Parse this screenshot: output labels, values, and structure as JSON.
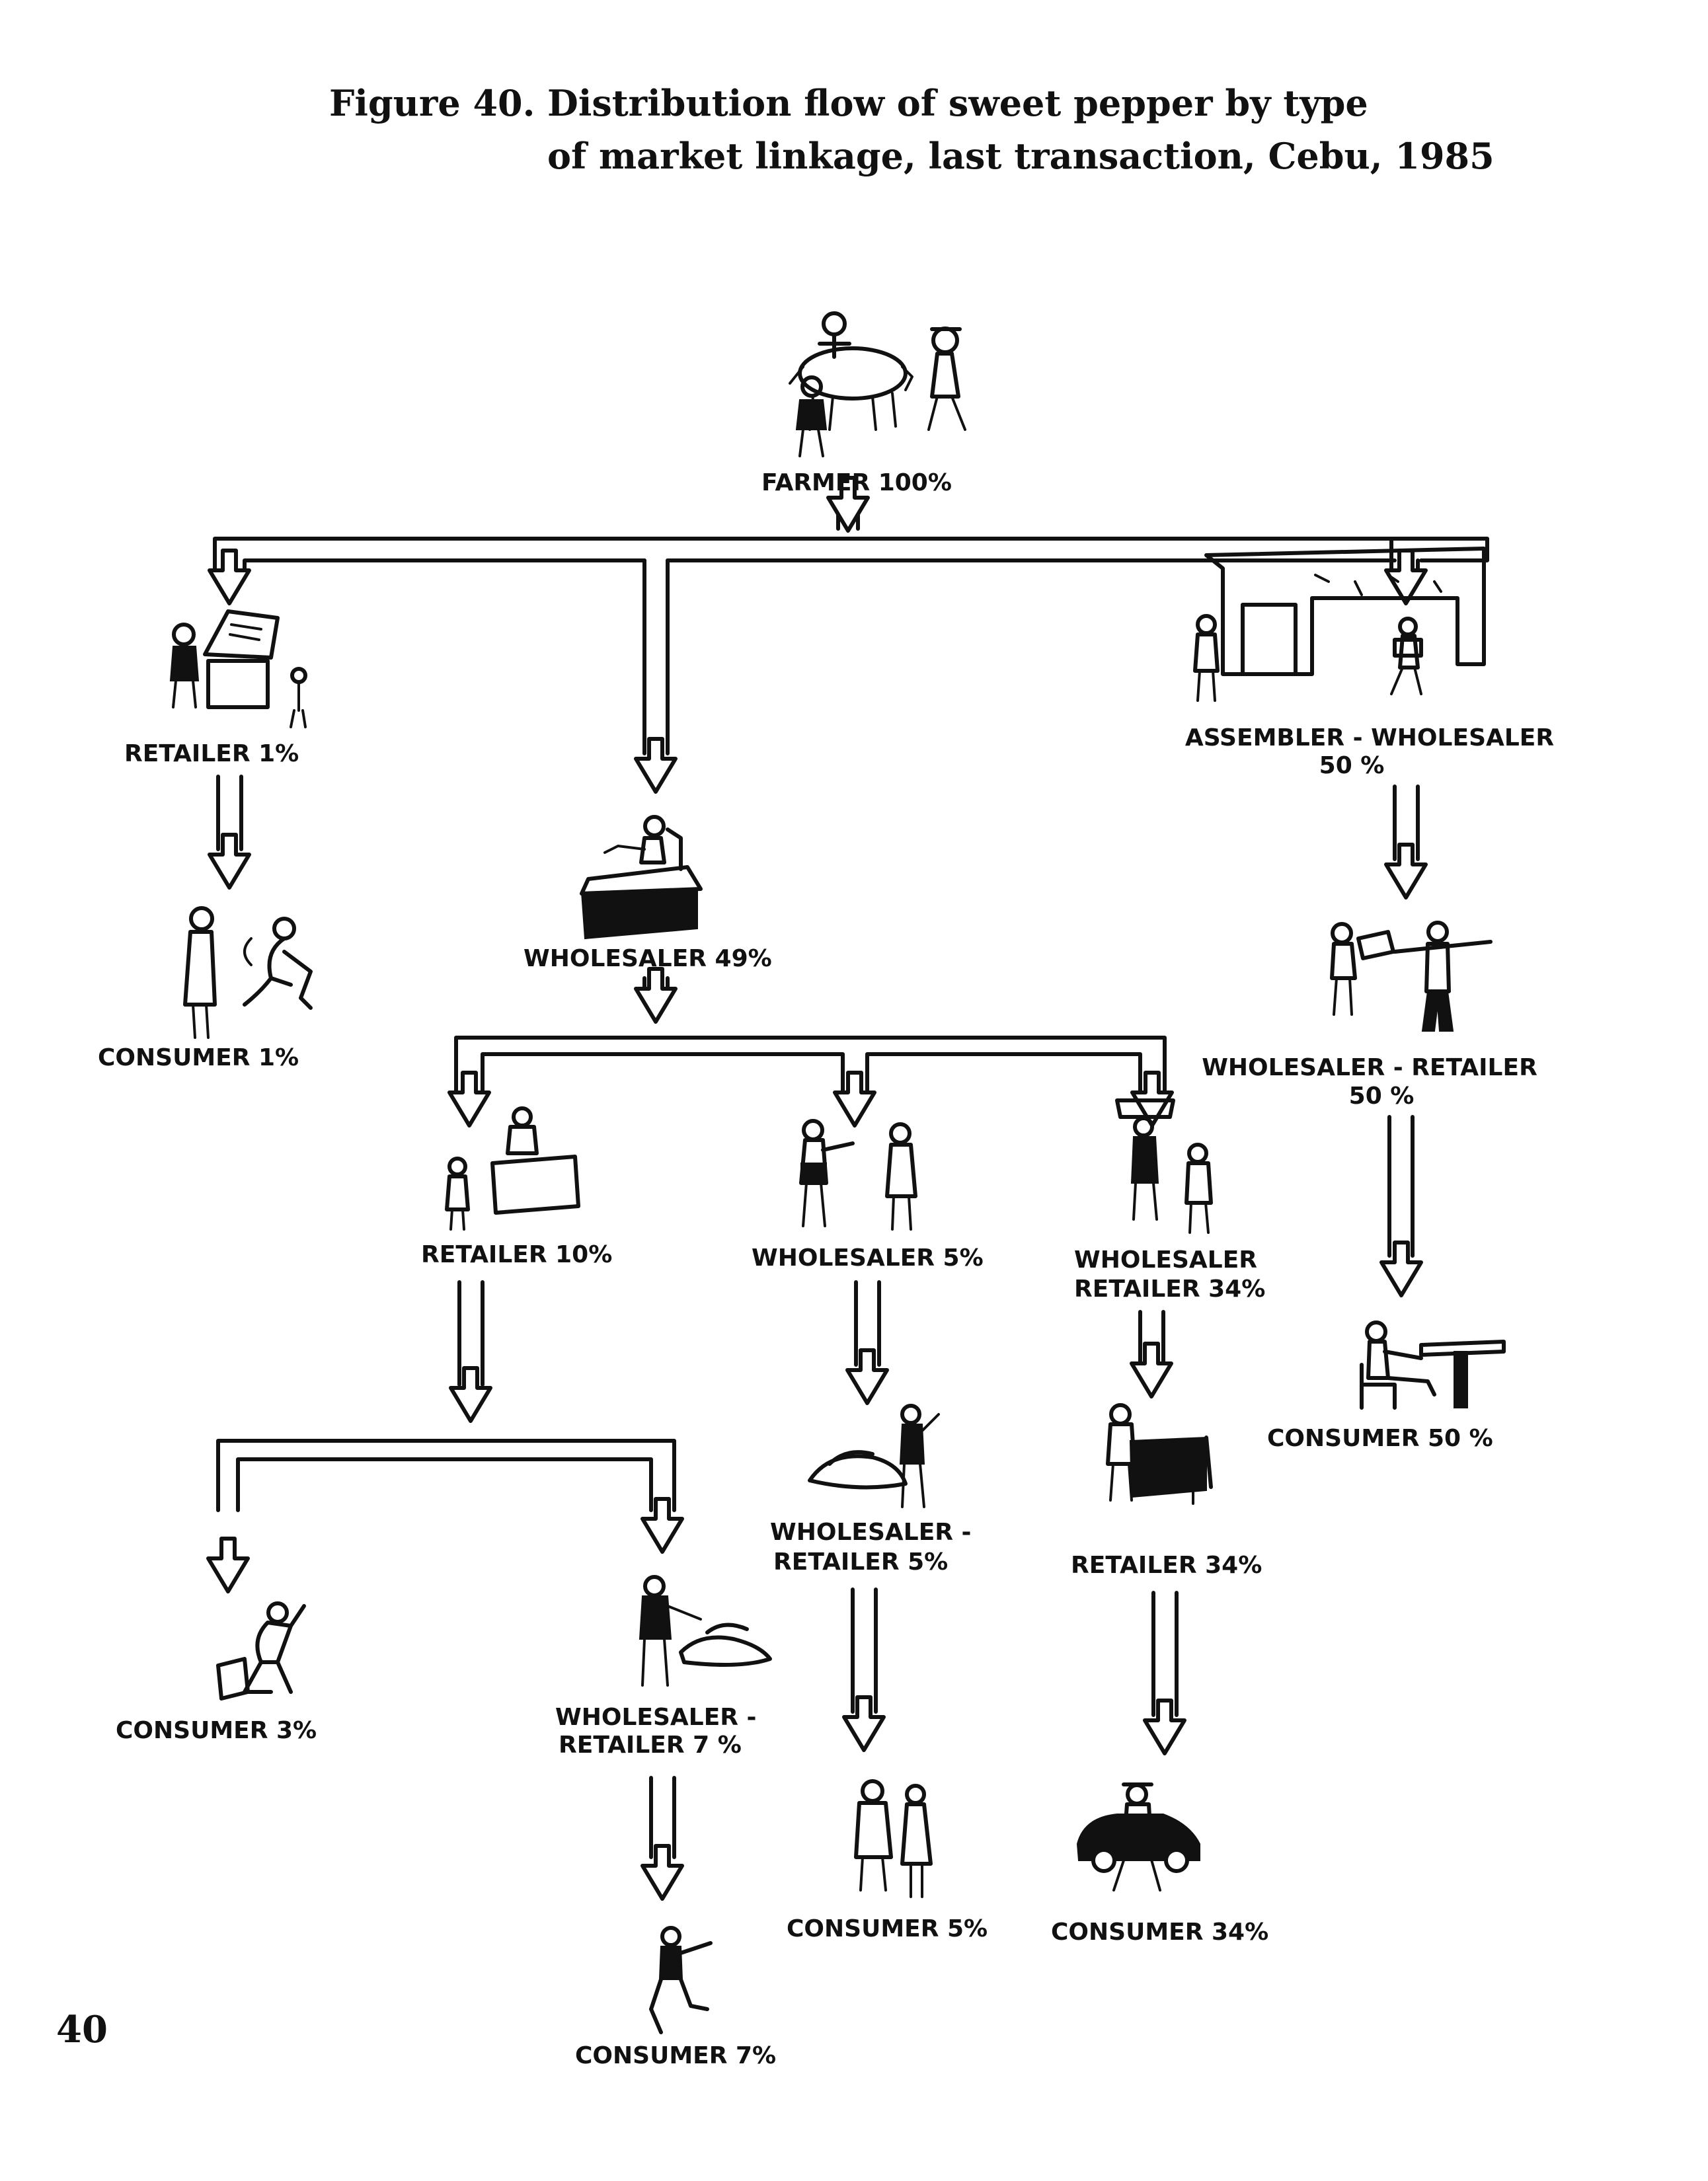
{
  "figure": {
    "number": "Figure 40.",
    "title_line1": "Distribution flow of sweet pepper by type",
    "title_line2": "of market linkage, last transaction, Cebu, 1985"
  },
  "page_number": "40",
  "nodes": {
    "farmer": {
      "line1": "FARMER 100%"
    },
    "retailer_1": {
      "line1": "RETAILER 1%"
    },
    "consumer_1": {
      "line1": "CONSUMER 1%"
    },
    "wholesaler_49": {
      "line1": "WHOLESALER 49%"
    },
    "assembler_wholesaler_50": {
      "line1": "ASSEMBLER - WHOLESALER",
      "line2": "50 %"
    },
    "wholesaler_retailer_50": {
      "line1": "WHOLESALER - RETAILER",
      "line2": "50 %"
    },
    "consumer_50": {
      "line1": "CONSUMER 50 %"
    },
    "retailer_10": {
      "line1": "RETAILER 10%"
    },
    "wholesaler_5": {
      "line1": "WHOLESALER 5%"
    },
    "wholesaler_retailer_34": {
      "line1": "WHOLESALER",
      "line2": "RETAILER 34%"
    },
    "consumer_3": {
      "line1": "CONSUMER 3%"
    },
    "wholesaler_retailer_7": {
      "line1": "WHOLESALER -",
      "line2": "RETAILER 7 %"
    },
    "consumer_7": {
      "line1": "CONSUMER 7%"
    },
    "wholesaler_retailer_5": {
      "line1": "WHOLESALER -",
      "line2": "RETAILER 5%"
    },
    "consumer_5": {
      "line1": "CONSUMER 5%"
    },
    "retailer_34": {
      "line1": "RETAILER 34%"
    },
    "consumer_34": {
      "line1": "CONSUMER 34%"
    }
  },
  "flows": [
    {
      "from": "FARMER",
      "to": "RETAILER",
      "share": 1
    },
    {
      "from": "FARMER",
      "to": "WHOLESALER",
      "share": 49
    },
    {
      "from": "FARMER",
      "to": "ASSEMBLER - WHOLESALER",
      "share": 50
    },
    {
      "from": "RETAILER",
      "to": "CONSUMER",
      "share": 1
    },
    {
      "from": "ASSEMBLER - WHOLESALER",
      "to": "WHOLESALER - RETAILER",
      "share": 50
    },
    {
      "from": "WHOLESALER - RETAILER",
      "to": "CONSUMER",
      "share": 50
    },
    {
      "from": "WHOLESALER",
      "to": "RETAILER",
      "share": 10
    },
    {
      "from": "WHOLESALER",
      "to": "WHOLESALER",
      "share": 5
    },
    {
      "from": "WHOLESALER",
      "to": "WHOLESALER RETAILER",
      "share": 34
    },
    {
      "from": "RETAILER",
      "to": "CONSUMER",
      "share": 3
    },
    {
      "from": "RETAILER",
      "to": "WHOLESALER - RETAILER",
      "share": 7
    },
    {
      "from": "WHOLESALER - RETAILER",
      "to": "CONSUMER",
      "share": 7
    },
    {
      "from": "WHOLESALER",
      "to": "WHOLESALER - RETAILER",
      "share": 5
    },
    {
      "from": "WHOLESALER - RETAILER",
      "to": "CONSUMER",
      "share": 5
    },
    {
      "from": "WHOLESALER RETAILER",
      "to": "RETAILER",
      "share": 34
    },
    {
      "from": "RETAILER",
      "to": "CONSUMER",
      "share": 34
    }
  ]
}
